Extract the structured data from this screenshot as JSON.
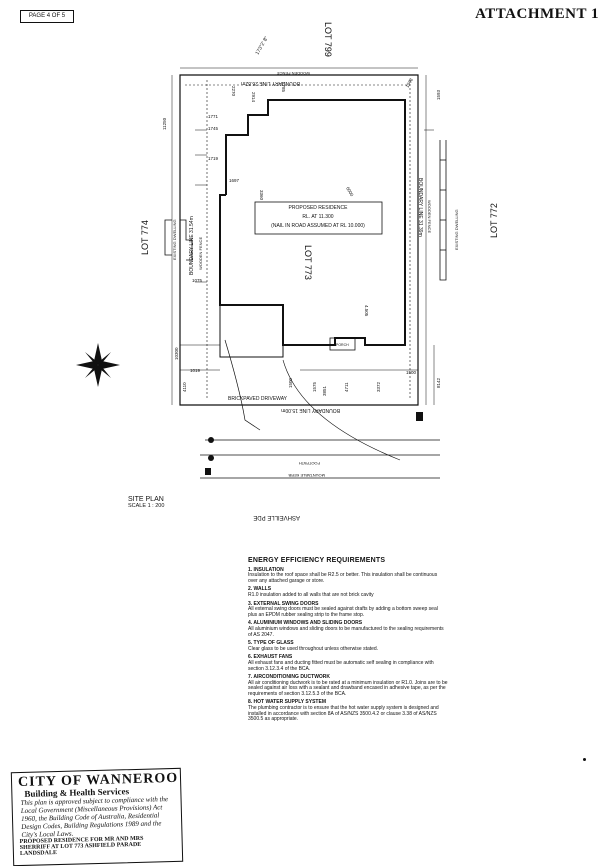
{
  "header": {
    "page_label": "PAGE 4 OF 5",
    "attachment": "ATTACHMENT 1"
  },
  "plan": {
    "lot_north": "LOT 799",
    "lot_west": "LOT 774",
    "lot_center": "LOT 773",
    "lot_east": "LOT 772",
    "boundary_north": "BOUNDARY LINE 26.82m",
    "boundary_west": "BOUNDARY LINE 31.54m",
    "boundary_east": "BOUNDARY LINE 31.39m",
    "boundary_south": "BOUNDARY LINE 15.00m",
    "fence_north": "WOODEN FENCE",
    "fence_west": "WOODEN FENCE",
    "fence_east": "WOODEN FENCE",
    "bearing": "173°2' 8\"",
    "residence_title": "PROPOSED RESIDENCE",
    "residence_rl": "RL. AT 11.300",
    "residence_note": "(NAIL IN ROAD ASSUMED AT RL 10.000)",
    "driveway": "BRICKPAVED DRIVEWAY",
    "porch": "PORCH",
    "footpath": "FOOTPATH",
    "kerb": "MOUNTABLE KERB",
    "street": "ASHVEILLE PDE",
    "existing_west": "EXISTING DWELLING",
    "existing_east": "EXISTING DWELLING",
    "dims": [
      "11250",
      "2270",
      "2914",
      "2785",
      "1771",
      "1745",
      "1719",
      "1697",
      "1075",
      "10300",
      "1019",
      "4110",
      "1500",
      "1575",
      "3851",
      "4711",
      "3372",
      "1500",
      "8142",
      "1593",
      "3360",
      "4.505",
      "6000",
      "1508"
    ]
  },
  "site_plan": {
    "title": "SITE PLAN",
    "scale": "SCALE 1 : 200"
  },
  "energy": {
    "title": "ENERGY EFFICIENCY REQUIREMENTS",
    "items": [
      {
        "head": "1. INSULATION",
        "text": "Insulation to the roof space shall be R2.5 or better. This insulation shall be continuous over any attached garage or store."
      },
      {
        "head": "2. WALLS",
        "text": "R1.0 insulation added to all walls that are not brick cavity"
      },
      {
        "head": "3. EXTERNAL SWING DOORS",
        "text": "All external swing doors must be sealed against drafts by adding a bottom sweep seal plus an EPDM rubber sealing strip to the frame stop."
      },
      {
        "head": "4. ALUMINIUM WINDOWS AND SLIDING DOORS",
        "text": "All aluminium windows and sliding doors to be manufactured to the sealing requirements of AS 2047."
      },
      {
        "head": "5. TYPE OF GLASS",
        "text": "Clear glass to be used throughout unless otherwise stated."
      },
      {
        "head": "6. EXHAUST FANS",
        "text": "All exhaust fans and ducting fitted must be automatic self sealing in compliance with section 3.12.3.4 of the BCA."
      },
      {
        "head": "7. AIRCONDITIONING DUCTWORK",
        "text": "All air conditioning ductwork is to be rated at a minimum insulation or R1.0. Joins are to be sealed against air loss with a sealant and drawband encased in adhesive tape, as per the requirements of section 3.12.5.3 of the BCA."
      },
      {
        "head": "8. HOT WATER SUPPLY SYSTEM",
        "text": "The plumbing contractor is to ensure that the hot water supply system is designed and installed in accordance with section 8A of AS/NZS 3500.4.2 or clause 3.38 of AS/NZS 3500.5 as appropriate."
      }
    ]
  },
  "stamp": {
    "line1": "CITY OF WANNEROO",
    "line2": "Building & Health Services",
    "line3": "This plan is approved subject to compliance with the Local Government (Miscellaneous Provisions) Act 1960, the Building Code of Australia, Residential Design Codes, Building Regulations 1989 and the City's Local Laws.",
    "line4": "PROPOSED RESIDENCE FOR MR AND MRS SHERRIFF AT LOT 773 ASHFIELD PARADE LANDSDALE"
  }
}
